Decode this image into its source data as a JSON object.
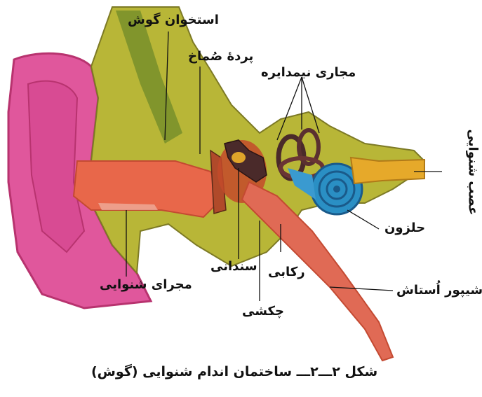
{
  "labels": {
    "ear_bone": "استخوان گوش",
    "eardrum": "پردهٔ صُماخ",
    "semicircular_canals": "مجاری نیمدایره",
    "auditory_nerve": "عصب شنوایی",
    "cochlea": "حلزون",
    "incus": "سندانی",
    "stapes": "رکابی",
    "malleus": "چکشی",
    "ear_canal": "مجرای شنوایی",
    "eustachian_tube": "شیپور اُستاش"
  },
  "caption": "شکل ۲ـــ۲ـــ ساختمان اندام شنوایی (گوش)",
  "colors": {
    "outer_ear": "#e0579c",
    "outer_ear_dark": "#b8336f",
    "bone": "#b8b637",
    "bone_dark": "#7d7a25",
    "canal": "#e8674a",
    "cochlea": "#2a8fc4",
    "nerve": "#e6a92a",
    "ossicles": "#4a2a2a"
  }
}
